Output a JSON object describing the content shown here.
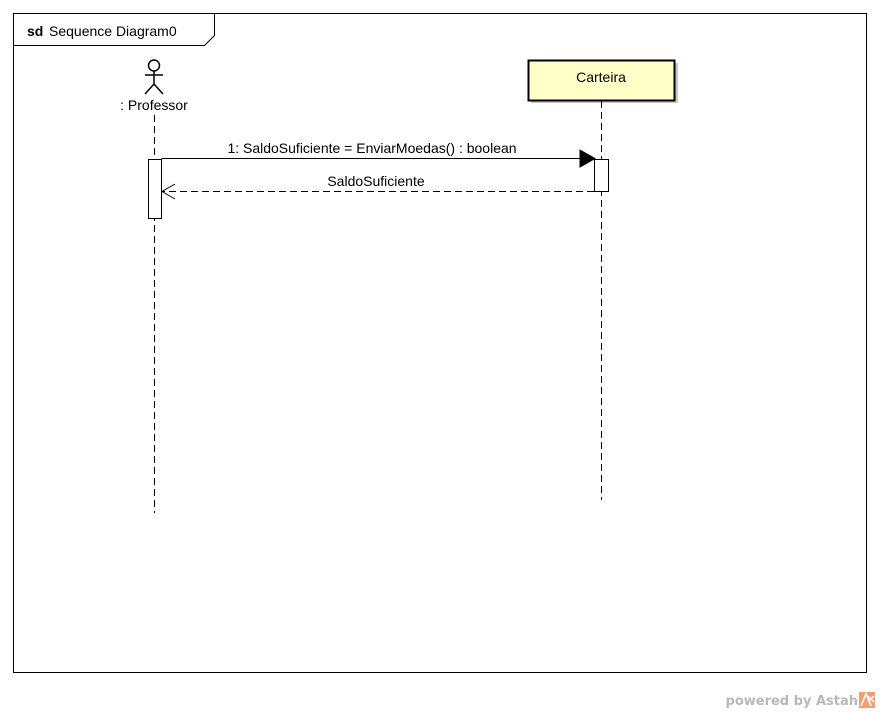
{
  "frame": {
    "keyword": "sd",
    "name": "Sequence Diagram0"
  },
  "lifelines": [
    {
      "id": "professor",
      "kind": "actor",
      "label": ": Professor"
    },
    {
      "id": "carteira",
      "kind": "object",
      "label": "Carteira"
    }
  ],
  "messages": [
    {
      "id": "msg1",
      "kind": "synchronous-call",
      "from": "professor",
      "to": "carteira",
      "label": "1: SaldoSuficiente = EnviarMoedas() : boolean"
    },
    {
      "id": "msg1-return",
      "kind": "reply",
      "from": "carteira",
      "to": "professor",
      "label": "SaldoSuficiente"
    }
  ],
  "watermark": {
    "text": "powered by Astah",
    "logo": "astah-logo"
  },
  "colors": {
    "object_fill": "#ffffc8",
    "line": "#000000",
    "watermark_text": "#b8b8b8",
    "logo_fill": "#f0a070"
  }
}
